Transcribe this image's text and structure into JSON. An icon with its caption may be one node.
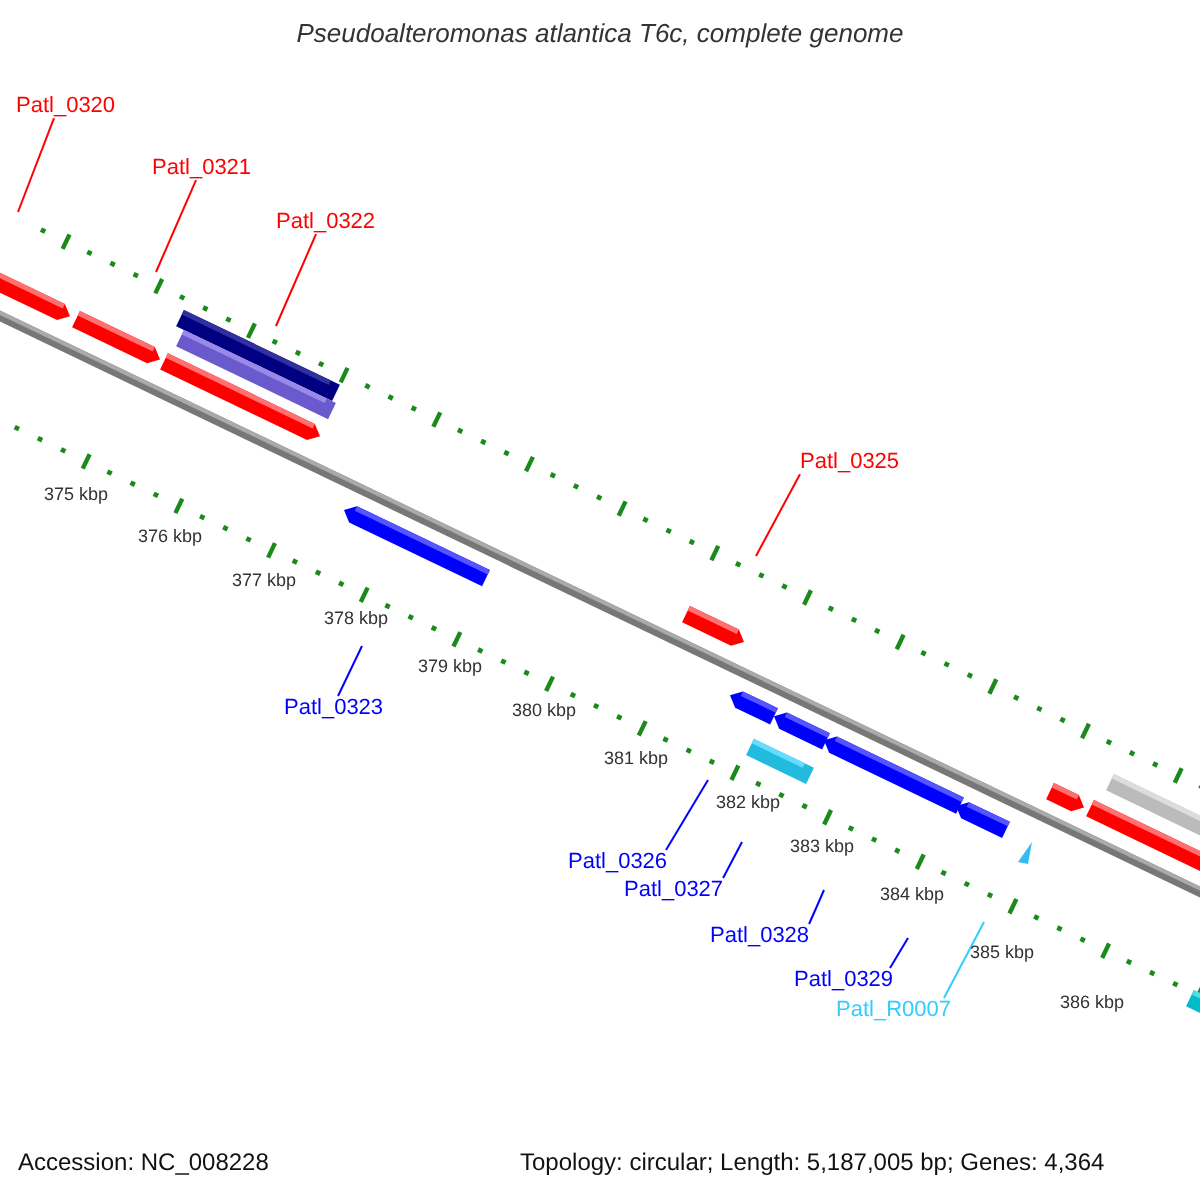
{
  "diagram": {
    "title": "Pseudoalteromonas atlantica T6c, complete genome",
    "nodes": [
      {
        "text": [
          "Patl_0320"
        ]
      },
      {
        "text": [
          "Patl_0321"
        ]
      },
      {
        "text": [
          "Patl_0322"
        ]
      },
      {
        "text": [
          "Patl_0325"
        ]
      },
      {
        "text": [
          "Patl_0323"
        ]
      },
      {
        "text": [
          "Patl_0326"
        ]
      },
      {
        "text": [
          "Patl_0327"
        ]
      },
      {
        "text": [
          "Patl_0328"
        ]
      },
      {
        "text": [
          "Patl_0329"
        ]
      },
      {
        "text": [
          "Patl_R0007"
        ]
      }
    ],
    "edges": [
      {
        "from": 0,
        "to": null,
        "arrow": "none",
        "color": "#ff0000"
      },
      {
        "from": 1,
        "to": null,
        "arrow": "none",
        "color": "#ff0000"
      },
      {
        "from": 2,
        "to": null,
        "arrow": "none",
        "color": "#ff0000"
      },
      {
        "from": 3,
        "to": null,
        "arrow": "none",
        "color": "#ff0000"
      },
      {
        "from": 4,
        "to": null,
        "arrow": "none"
      },
      {
        "from": 5,
        "to": null,
        "arrow": "none"
      },
      {
        "from": 6,
        "to": null,
        "arrow": "none"
      },
      {
        "from": 7,
        "to": null,
        "arrow": "none"
      },
      {
        "from": 8,
        "to": null,
        "arrow": "none"
      },
      {
        "from": 9,
        "to": null,
        "arrow": "none",
        "color": "#33ccff"
      }
    ],
    "labels": [
      "375 kbp",
      "376 kbp",
      "377 kbp",
      "378 kbp",
      "379 kbp",
      "380 kbp",
      "381 kbp",
      "382 kbp",
      "383 kbp",
      "384 kbp",
      "385 kbp",
      "386 kbp",
      "Accession: NC_008228",
      "Topology: circular; Length: 5,187,005 bp; Genes: 4,364"
    ]
  }
}
